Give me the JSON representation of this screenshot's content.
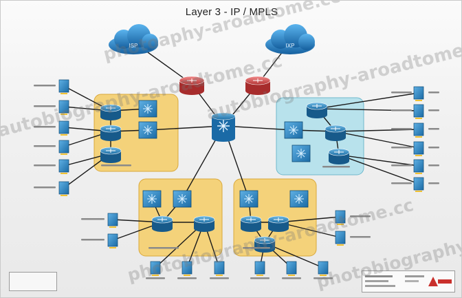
{
  "title": "Layer 3 - IP / MPLS",
  "clouds": [
    {
      "id": "cloud-left",
      "label": "ISP"
    },
    {
      "id": "cloud-right",
      "label": "IXP"
    }
  ],
  "watermarks": [
    "photoaphy-aroadtome.cc",
    "autobiography-aroadtome.cc",
    "autobiography-aroadtome.cc",
    "photobiography-aroadtome.cc",
    "photobiography-aroadtome.cc"
  ],
  "colors": {
    "zone_yellow": "#f4d27a",
    "zone_yellow_border": "#d9a83a",
    "zone_blue": "#b8e2ec",
    "zone_blue_border": "#6fb8cc",
    "device_blue": "#2a88c8",
    "cloud_blue": "#1e7fc8",
    "router_red": "#d84c4c",
    "link_dark": "#1a1a1a"
  }
}
